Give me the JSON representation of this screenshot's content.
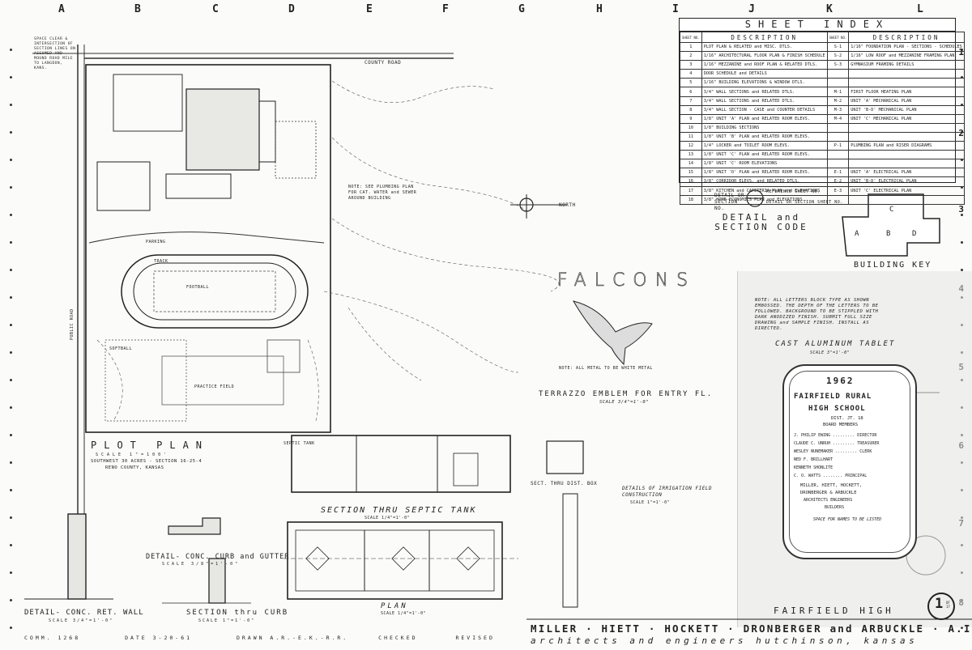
{
  "grid": {
    "letters": [
      "A",
      "B",
      "C",
      "D",
      "E",
      "F",
      "G",
      "H",
      "I",
      "J",
      "K",
      "L"
    ],
    "numbers": [
      "1",
      "2",
      "3",
      "4",
      "5",
      "6",
      "7",
      "8"
    ]
  },
  "sheet_index": {
    "title": "SHEET INDEX",
    "col_no": "SHEET NO.",
    "col_desc": "DESCRIPTION",
    "left": [
      {
        "no": "1",
        "desc": "PLOT PLAN & RELATED and MISC. DTLS."
      },
      {
        "no": "2",
        "desc": "1/16\" ARCHITECTURAL FLOOR PLAN & FINISH SCHEDULE"
      },
      {
        "no": "3",
        "desc": "1/16\" MEZZANINE and ROOF PLAN & RELATED DTLS."
      },
      {
        "no": "4",
        "desc": "DOOR SCHEDULE and DETAILS"
      },
      {
        "no": "5",
        "desc": "1/16\" BUILDING ELEVATIONS & WINDOW DTLS."
      },
      {
        "no": "6",
        "desc": "3/4\" WALL SECTIONS and RELATED DTLS."
      },
      {
        "no": "7",
        "desc": "3/4\" WALL SECTIONS and RELATED DTLS."
      },
      {
        "no": "8",
        "desc": "3/4\" WALL SECTION - CASE and COUNTER DETAILS"
      },
      {
        "no": "9",
        "desc": "1/8\" UNIT 'A' PLAN and RELATED ROOM ELEVS."
      },
      {
        "no": "10",
        "desc": "1/8\" BUILDING SECTIONS"
      },
      {
        "no": "11",
        "desc": "1/8\" UNIT 'B' PLAN and RELATED ROOM ELEVS."
      },
      {
        "no": "12",
        "desc": "1/4\" LOCKER and TOILET ROOM ELEVS."
      },
      {
        "no": "13",
        "desc": "1/8\" UNIT 'C' PLAN and RELATED ROOM ELEVS."
      },
      {
        "no": "14",
        "desc": "1/8\" UNIT 'C' ROOM ELEVATIONS"
      },
      {
        "no": "15",
        "desc": "1/8\" UNIT 'D' PLAN and RELATED ROOM ELEVS."
      },
      {
        "no": "16",
        "desc": "3/8\" CORRIDOR ELEVS. and RELATED DTLS."
      },
      {
        "no": "17",
        "desc": "3/8\" KITCHEN and CAFETERIA PLAN and ELEVATIONS"
      },
      {
        "no": "18",
        "desc": "3/8\" HOME ECONOMICS PLAN and ELEVATIONS"
      }
    ],
    "right": [
      {
        "no": "S-1",
        "desc": "1/16\" FOUNDATION PLAN - SECTIONS - SCHEDULES"
      },
      {
        "no": "S-2",
        "desc": "1/16\" LOW ROOF and MEZZANINE FRAMING PLAN"
      },
      {
        "no": "S-3",
        "desc": "GYMNASIUM FRAMING DETAILS"
      },
      {
        "no": "",
        "desc": ""
      },
      {
        "no": "",
        "desc": ""
      },
      {
        "no": "M-1",
        "desc": "FIRST FLOOR HEATING PLAN"
      },
      {
        "no": "M-2",
        "desc": "UNIT 'A' MECHANICAL PLAN"
      },
      {
        "no": "M-3",
        "desc": "UNIT 'B-D' MECHANICAL PLAN"
      },
      {
        "no": "M-4",
        "desc": "UNIT 'C' MECHANICAL PLAN"
      },
      {
        "no": "",
        "desc": ""
      },
      {
        "no": "",
        "desc": ""
      },
      {
        "no": "P-1",
        "desc": "PLUMBING PLAN and RISER DIAGRAMS"
      },
      {
        "no": "",
        "desc": ""
      },
      {
        "no": "",
        "desc": ""
      },
      {
        "no": "E-1",
        "desc": "UNIT 'A' ELECTRICAL PLAN"
      },
      {
        "no": "E-2",
        "desc": "UNIT 'B-D' ELECTRICAL PLAN"
      },
      {
        "no": "E-3",
        "desc": "UNIT 'C' ELECTRICAL PLAN"
      },
      {
        "no": "",
        "desc": ""
      }
    ]
  },
  "detail_code": {
    "title": "DETAIL and SECTION CODE",
    "left_label": "DETAIL OR SECTION NO.",
    "ref": "REFERENCE SHEET NO.",
    "taken": "DETAIL OR SECTION SHEET NO."
  },
  "building_key": {
    "title": "BUILDING KEY",
    "units": [
      "C",
      "A",
      "B",
      "D"
    ]
  },
  "north": {
    "label": "NORTH"
  },
  "falcons": {
    "word": "FALCONS",
    "caption": "TERRAZZO EMBLEM FOR ENTRY FL.",
    "scale": "SCALE 3/4\"=1'-0\"",
    "note": "NOTE: ALL METAL TO BE WHITE METAL"
  },
  "plot_plan": {
    "title": "PLOT PLAN",
    "scale": "SCALE 1\"=100'",
    "location": "SOUTHWEST 30 ACRES - SECTION 16-25-4",
    "county": "RENO COUNTY, KANSAS",
    "road_top": "COUNTY ROAD",
    "road_left": "PUBLIC ROAD",
    "labels": [
      "FOOTBALL",
      "PRACTICE FIELD",
      "SOFTBALL",
      "TRACK",
      "PARKING",
      "SEPTIC TANK",
      "NOTE: SEE PLUMBING PLAN FOR CAT. WATER and SEWER AROUND BUILDING"
    ]
  },
  "septic": {
    "title": "SECTION THRU SEPTIC TANK",
    "scale": "SCALE 1/4\"=1'-0\"",
    "plan": "PLAN",
    "plan_scale": "SCALE 1/4\"=1'-0\"",
    "dist_box": "SECT. THRU DIST. BOX"
  },
  "irrigation": {
    "title": "DETAILS OF IRRIGATION FIELD CONSTRUCTION",
    "scale": "SCALE 1\"=1'-0\""
  },
  "curb": {
    "title": "DETAIL- CONC. CURB and GUTTER",
    "scale": "SCALE 3/8\"=1'-0\""
  },
  "section_curb": {
    "title": "SECTION thru CURB",
    "scale": "SCALE 1\"=1'-0\""
  },
  "wall": {
    "title": "DETAIL- CONC. RET. WALL",
    "scale": "SCALE 3/4\"=1'-0\""
  },
  "tablet": {
    "title": "CAST ALUMINUM TABLET",
    "scale": "SCALE 3\"=1'-0\"",
    "note": "NOTE: ALL LETTERS BLOCK TYPE AS SHOWN EMBOSSED. THE DEPTH OF THE LETTERS TO BE FOLLOWED. BACKGROUND TO BE STIPPLED WITH DARK ANODIZED FINISH. SUBMIT FULL SIZE DRAWING and SAMPLE FINISH. INSTALL AS DIRECTED.",
    "year": "1962",
    "school1": "FAIRFIELD RURAL",
    "school2": "HIGH SCHOOL",
    "dist": "DIST. JT. 18",
    "board": "BOARD MEMBERS",
    "members": [
      "J. PHILIP EWING ......... DIRECTOR",
      "CLAUDE C. UNRUH ......... TREASURER",
      "WESLEY NUNEMAKER ......... CLERK",
      "NED F. BRILLHART",
      "KENNETH SHONLITE",
      "C. O. WATTS ........ PRINCIPAL"
    ],
    "architects1": "MILLER, HIETT, HOCKETT,",
    "architects2": "DRONBERGER & ARBUCKLE",
    "architects3": "ARCHITECTS ENGINEERS",
    "builders": "BUILDERS",
    "space": "SPACE FOR NAMES TO BE LISTED"
  },
  "title_block": {
    "project": "FAIRFIELD HIGH",
    "firm": "MILLER · HIETT · HOCKETT · DRONBERGER and ARBUCKLE · A.I.A",
    "firm_sub": "architects and engineers   hutchinson, kansas",
    "sheet_no": "1",
    "sheet_of": "OF 17",
    "comm": "COMM. 1268",
    "date": "DATE 3-20-61",
    "drawn": "DRAWN A.R.-E.K.-R.R.",
    "checked": "CHECKED",
    "revised": "REVISED"
  },
  "survey_note": "SPACE CLEAR & INTERSECTION OF SECTION LINES ON ASSUMED AND MOUND ROAD MILE TO LANGDON, KANS."
}
